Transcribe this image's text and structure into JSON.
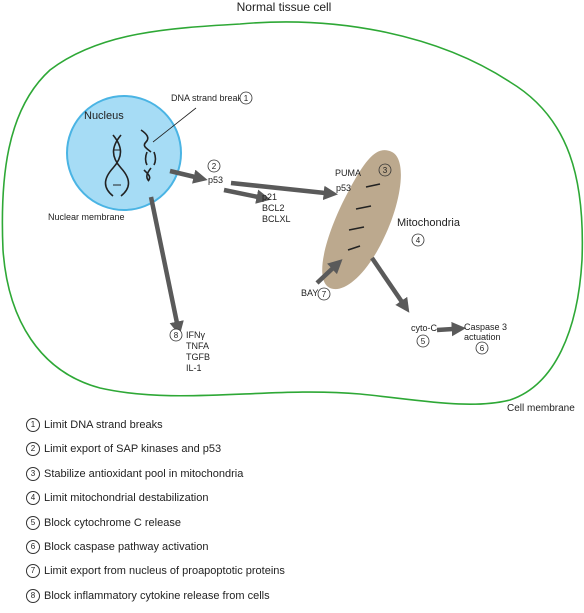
{
  "title": "Normal tissue cell",
  "labels": {
    "nucleus": "Nucleus",
    "nuclear_membrane": "Nuclear membrane",
    "dna_break": "DNA strand break",
    "p53": "p53",
    "p53_mito": "p53",
    "puma": "PUMA",
    "p21": "p21",
    "bcl2": "BCL2",
    "bclxl": "BCLXL",
    "mitochondria": "Mitochondria",
    "bay": "BAY",
    "cyto_c": "cyto-C",
    "caspase_line1": "Caspase 3",
    "caspase_line2": "actuation",
    "ifng": "IFNγ",
    "tnfa": "TNFA",
    "tgfb": "TGFB",
    "il1": "IL-1",
    "cell_membrane": "Cell membrane"
  },
  "markers": {
    "m1": "1",
    "m2": "2",
    "m3": "3",
    "m4": "4",
    "m5": "5",
    "m6": "6",
    "m7": "7",
    "m8": "8"
  },
  "legend": [
    {
      "num": "1",
      "text": "Limit DNA strand breaks"
    },
    {
      "num": "2",
      "text": "Limit export of SAP kinases and p53"
    },
    {
      "num": "3",
      "text": "Stabilize antioxidant pool in mitochondria"
    },
    {
      "num": "4",
      "text": "Limit mitochondrial destabilization"
    },
    {
      "num": "5",
      "text": "Block cytochrome C release"
    },
    {
      "num": "6",
      "text": "Block caspase pathway activation"
    },
    {
      "num": "7",
      "text": "Limit export from nucleus of proapoptotic proteins"
    },
    {
      "num": "8",
      "text": "Block inflammatory cytokine release from cells"
    }
  ],
  "colors": {
    "cell_membrane": "#2ea836",
    "nucleus_fill": "#a6dcf5",
    "nucleus_stroke": "#4ab4e4",
    "mitochondria_fill": "#bca98e",
    "arrow": "#5a5a5a"
  }
}
